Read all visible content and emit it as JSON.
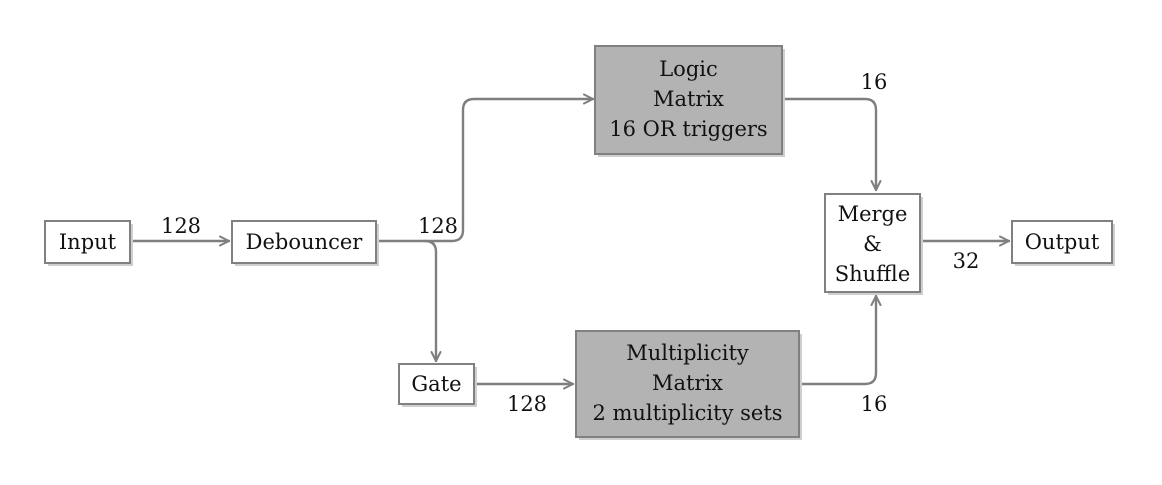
{
  "colors": {
    "edge": "#7f7f7f",
    "box_border": "#808080",
    "box_fill_white": "#ffffff",
    "box_fill_gray": "#b3b3b3",
    "shadow": "#cfcfcf",
    "text": "#111111"
  },
  "nodes": {
    "input": {
      "lines": [
        "Input"
      ],
      "shaded": false
    },
    "debouncer": {
      "lines": [
        "Debouncer"
      ],
      "shaded": false
    },
    "logic_matrix": {
      "lines": [
        "Logic",
        "Matrix",
        "16 OR triggers"
      ],
      "shaded": true
    },
    "gate": {
      "lines": [
        "Gate"
      ],
      "shaded": false
    },
    "multiplicity_matrix": {
      "lines": [
        "Multiplicity",
        "Matrix",
        "2 multiplicity sets"
      ],
      "shaded": true
    },
    "merge_shuffle": {
      "lines": [
        "Merge",
        "&",
        "Shuffle"
      ],
      "shaded": false
    },
    "output": {
      "lines": [
        "Output"
      ],
      "shaded": false
    }
  },
  "edges": {
    "input_to_debouncer": {
      "label": "128"
    },
    "debouncer_out": {
      "label": "128"
    },
    "gate_to_multiplicity": {
      "label": "128"
    },
    "logic_to_merge": {
      "label": "16"
    },
    "multiplicity_to_merge": {
      "label": "16"
    },
    "merge_to_output": {
      "label": "32"
    }
  }
}
